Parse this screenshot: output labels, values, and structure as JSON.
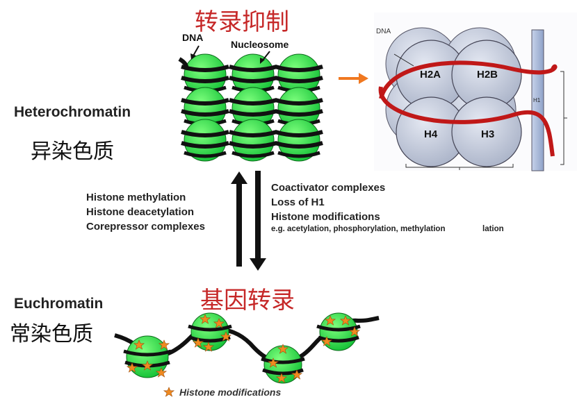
{
  "titles": {
    "repression": "转录抑制",
    "activation": "基因转录"
  },
  "heterochromatin": {
    "en": "Heterochromatin",
    "cn": "异染色质"
  },
  "euchromatin": {
    "en": "Euchromatin",
    "cn": "常染色质"
  },
  "nucleosome_labels": {
    "dna": "DNA",
    "nucleosome": "Nucleosome"
  },
  "histone_core": {
    "dna": "DNA",
    "h2a": "H2A",
    "h2b": "H2B",
    "h4": "H4",
    "h3": "H3",
    "h1": "H1"
  },
  "to_heterochromatin": [
    "Histone methylation",
    "Histone deacetylation",
    "Corepressor complexes"
  ],
  "to_euchromatin": {
    "items": [
      "Coactivator complexes",
      "Loss of H1",
      "Histone modifications"
    ],
    "example": "e.g. acetylation, phosphorylation, methylation",
    "clipped": "lation"
  },
  "legend": {
    "histone_modifications": "Histone modifications"
  },
  "colors": {
    "red_title": "#c62828",
    "nucleosome_green": "#33dd44",
    "dna_red": "#c01818",
    "histone_grey": "#c8cedd",
    "h1_blue": "#a8b8d8",
    "arrow_orange": "#f07820",
    "star_orange": "#f08a20"
  }
}
